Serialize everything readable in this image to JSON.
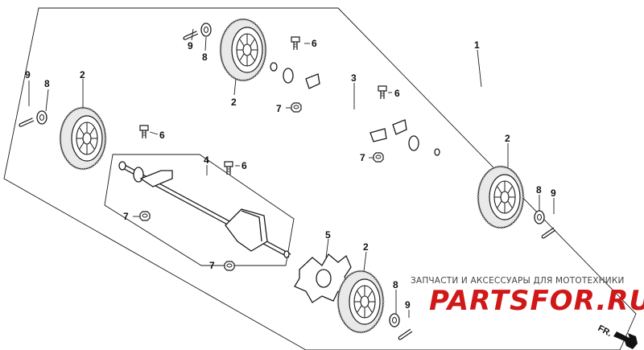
{
  "callouts": {
    "c1": "1",
    "c2a": "2",
    "c2b": "2",
    "c2c": "2",
    "c2d": "2",
    "c3": "3",
    "c4": "4",
    "c5": "5",
    "c6a": "6",
    "c6b": "6",
    "c6c": "6",
    "c6d": "6",
    "c7a": "7",
    "c7b": "7",
    "c7c": "7",
    "c7d": "7",
    "c8a": "8",
    "c8b": "8",
    "c8c": "8",
    "c8d": "8",
    "c9a": "9",
    "c9b": "9",
    "c9c": "9",
    "c9d": "9"
  },
  "direction_label": "FR.",
  "watermark": {
    "caption": "ЗАПЧАСТИ И АКСЕССУАРЫ ДЛЯ МОТОТЕХНИКИ",
    "logo": "PARTSFOR.RU",
    "logo_color": "#d01818"
  }
}
